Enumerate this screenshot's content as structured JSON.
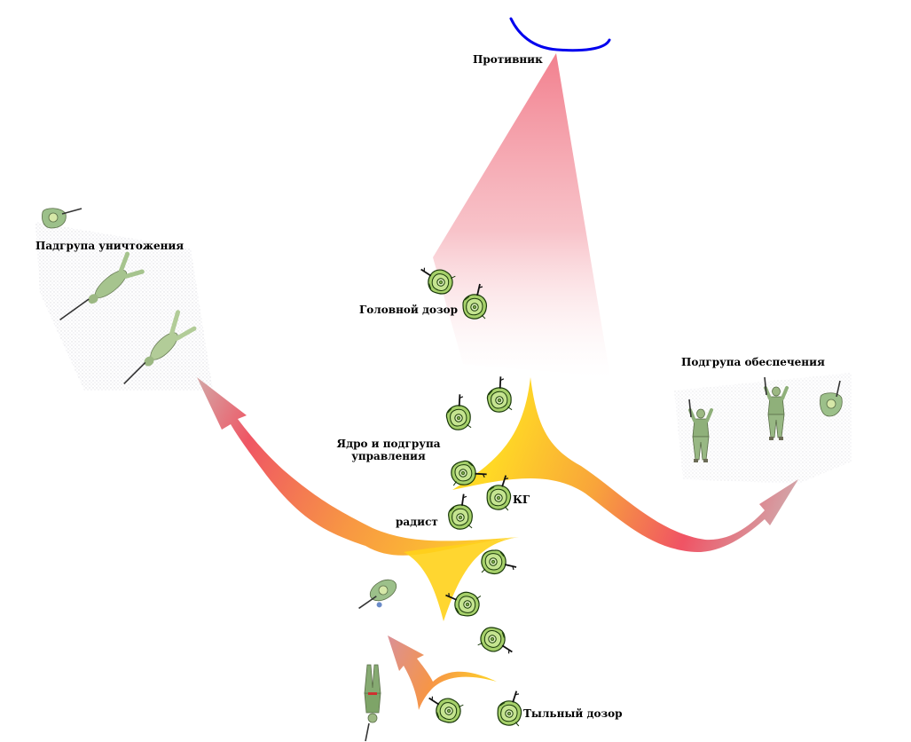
{
  "labels": {
    "enemy": "Противник",
    "destruction": "Падгрупа  уничтожения",
    "head_patrol": "Головной дозор",
    "support": "Подгрупа  обеспечения",
    "core_line1": "Ядро и подгрупа",
    "core_line2": "управления",
    "kg": "КГ",
    "radio": "радист",
    "rear_patrol": "Тыльный дозор"
  },
  "colors": {
    "enemy_line": "#0000ee",
    "sector_fill": "#f08a96",
    "arrow_warm": "#ffd21a",
    "arrow_hot": "#ef4a5a",
    "arrow_tip": "#c88a8a",
    "soldier_green": "#a6d06a",
    "soldier_outline": "#1a3a0a",
    "figure_uniform": "#8fb07a"
  }
}
